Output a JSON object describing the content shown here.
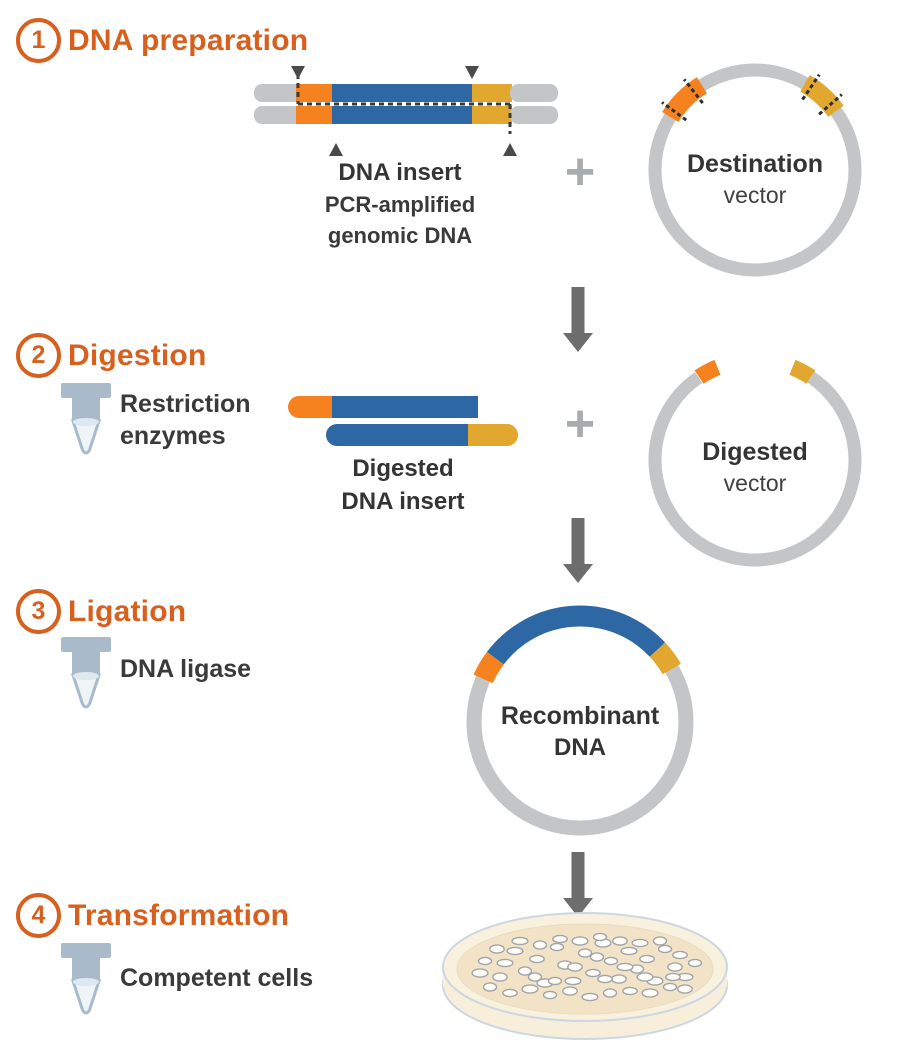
{
  "palette": {
    "accent_orange": "#D8601E",
    "insert_orange": "#F5821F",
    "insert_blue": "#2D68A4",
    "insert_yellow": "#E2A72E",
    "backbone_gray": "#C3C5C7",
    "arrow_gray": "#6D6D6D",
    "plus_gray": "#A9ACAE",
    "text_dark": "#343434",
    "tube_gray_blue": "#A9BBCA",
    "dish_cream": "#F2E3C7"
  },
  "steps": [
    {
      "number": "1",
      "title": "DNA preparation"
    },
    {
      "number": "2",
      "title": "Digestion"
    },
    {
      "number": "3",
      "title": "Ligation"
    },
    {
      "number": "4",
      "title": "Transformation"
    }
  ],
  "step1": {
    "insert_label": {
      "line1": "DNA insert",
      "line2": "PCR-amplified",
      "line3": "genomic DNA"
    },
    "plus": "+",
    "vector_label": {
      "line1": "Destination",
      "line2": "vector"
    }
  },
  "step2": {
    "reagent": {
      "line1": "Restriction",
      "line2": "enzymes"
    },
    "insert_label": {
      "line1": "Digested",
      "line2": "DNA insert"
    },
    "plus": "+",
    "vector_label": {
      "line1": "Digested",
      "line2": "vector"
    }
  },
  "step3": {
    "reagent": "DNA ligase",
    "circle_label": {
      "line1": "Recombinant",
      "line2": "DNA"
    }
  },
  "step4": {
    "reagent": "Competent cells"
  }
}
